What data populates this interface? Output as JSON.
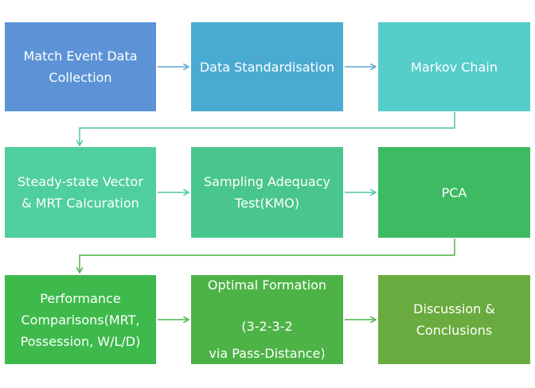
{
  "steps": [
    {
      "label": "Match Event Data\nCollection",
      "color": "#5b93d6"
    },
    {
      "label": "Data Standardisation",
      "color": "#4aabd2"
    },
    {
      "label": "Markov Chain",
      "color": "#55cdc9"
    },
    {
      "label": "Steady-state Vector\n& MRT Calcuration",
      "color": "#4fcf9d"
    },
    {
      "label": "Sampling Adequacy\nTest(KMO)",
      "color": "#49c68b"
    },
    {
      "label": "PCA",
      "color": "#3dba62"
    },
    {
      "label": "Performance\nComparisons(MRT,\nPossession, W/L/D)",
      "color": "#3dba4b"
    },
    {
      "label_line1": "Optimal Formation",
      "label_line2": "(3-2-3-2",
      "label_line3": "via Pass-Distance)",
      "color": "#4db347"
    },
    {
      "label": "Discussion &\nConclusions",
      "color": "#6aab3f"
    }
  ],
  "colors": {
    "arrow_row1": "#5fa8d6",
    "arrow_row2": "#4fc79a",
    "arrow_row3": "#4db348"
  }
}
